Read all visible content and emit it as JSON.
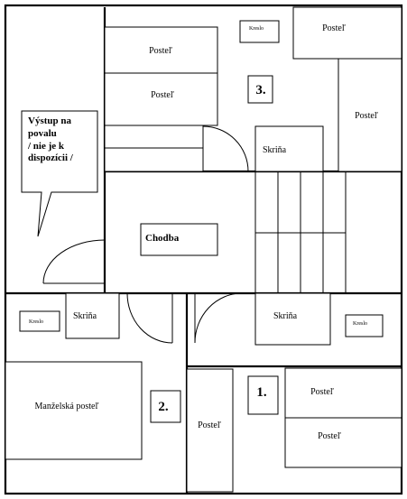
{
  "labels": {
    "postel": "Posteľ",
    "kreslo": "Kreslo",
    "skrina": "Skriňa",
    "chodba": "Chodba",
    "manzelska_postel": "Manželská posteľ",
    "room1": "1.",
    "room2": "2.",
    "room3": "3.",
    "attic_line1": "Výstup na",
    "attic_line2": "povalu",
    "attic_line3": "/ nie je k",
    "attic_line4": "dispozícii /"
  }
}
